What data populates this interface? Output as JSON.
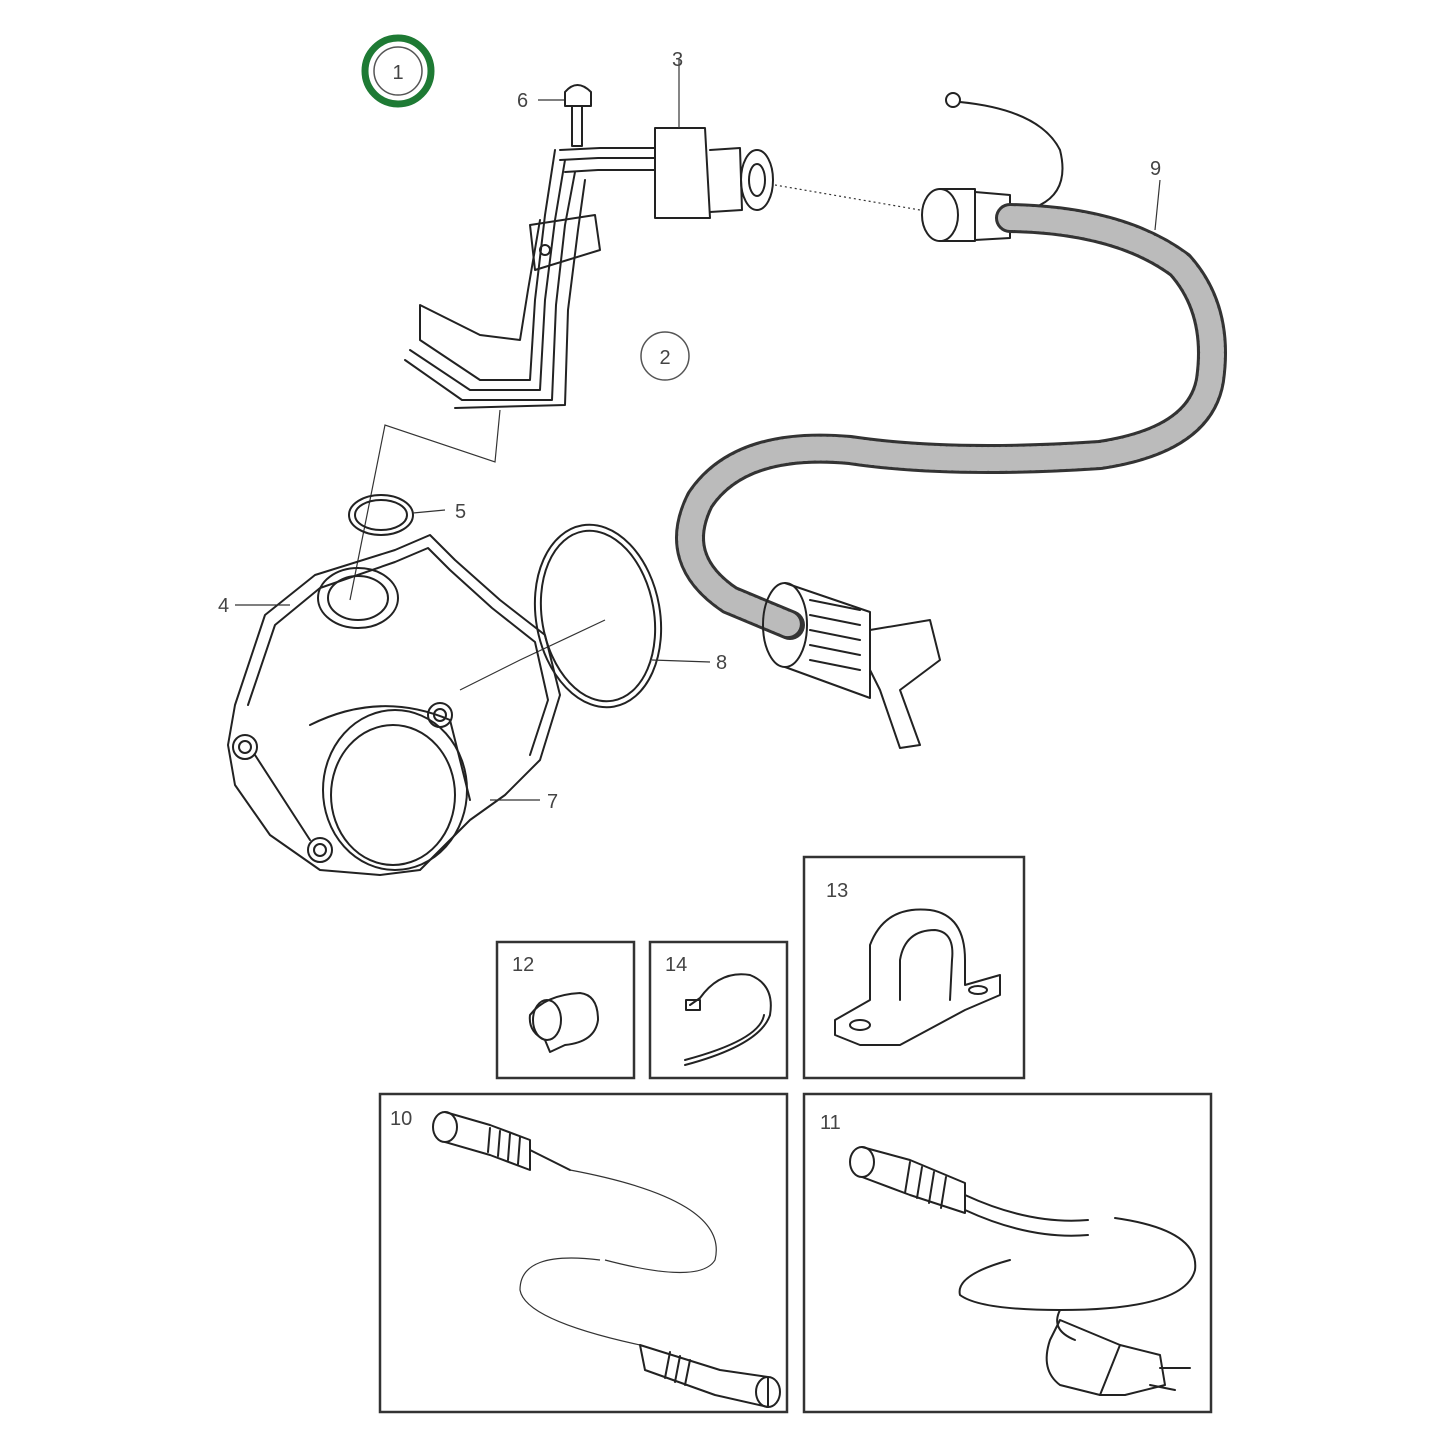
{
  "diagram": {
    "callouts": {
      "c1": "1",
      "c2": "2",
      "c3": "3",
      "c4": "4",
      "c5": "5",
      "c6": "6",
      "c7": "7",
      "c8": "8",
      "c9": "9",
      "c10": "10",
      "c11": "11",
      "c12": "12",
      "c13": "13",
      "c14": "14"
    },
    "highlight_color": "#1e7a34"
  }
}
